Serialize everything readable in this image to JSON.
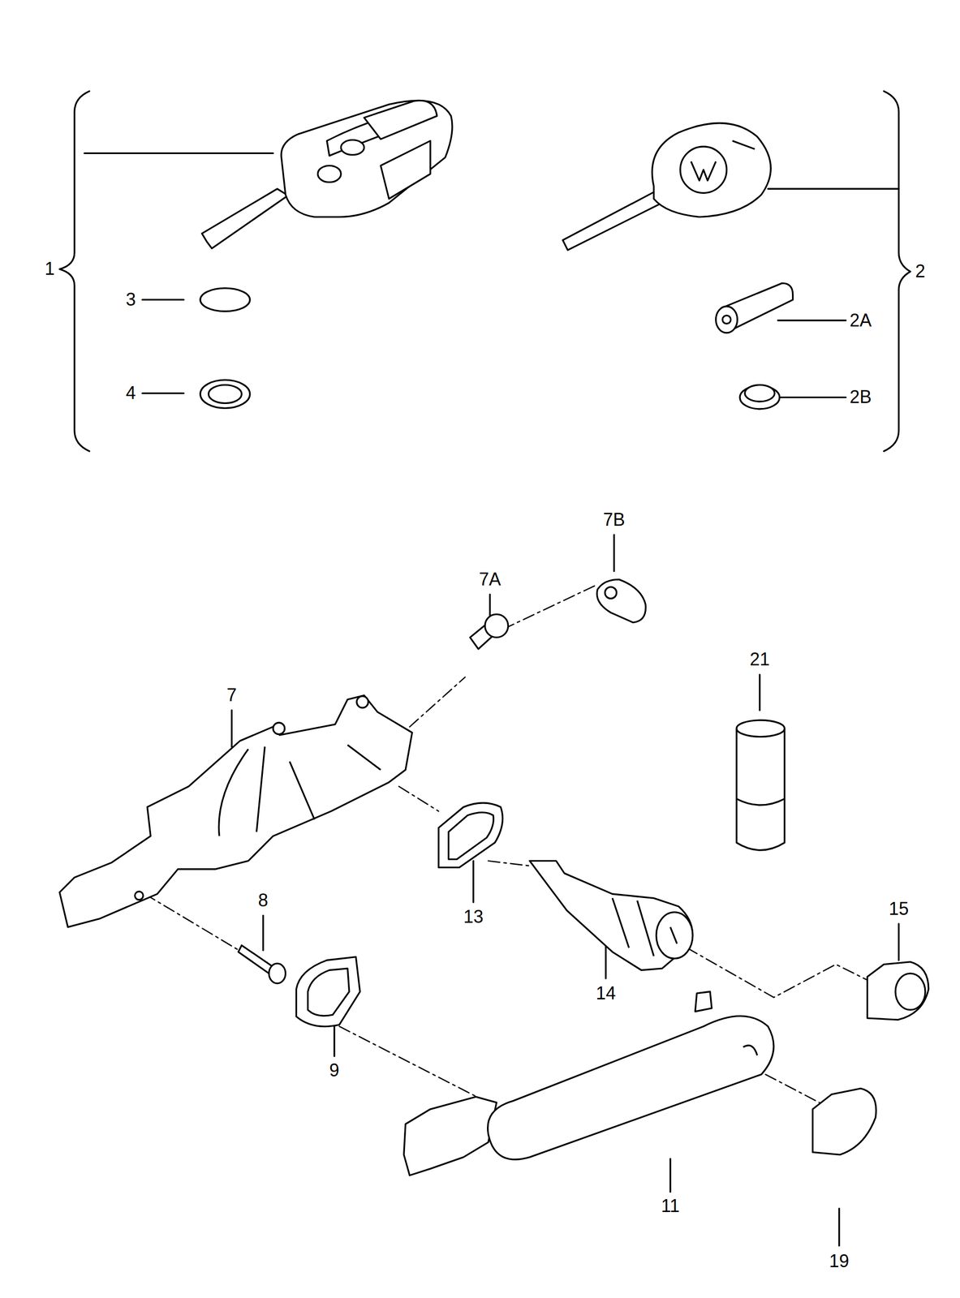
{
  "diagram": {
    "labels": [
      "1",
      "2",
      "3",
      "4",
      "2A",
      "2B",
      "7B",
      "7A",
      "21",
      "7",
      "8",
      "13",
      "14",
      "15",
      "9",
      "11",
      "19"
    ]
  }
}
